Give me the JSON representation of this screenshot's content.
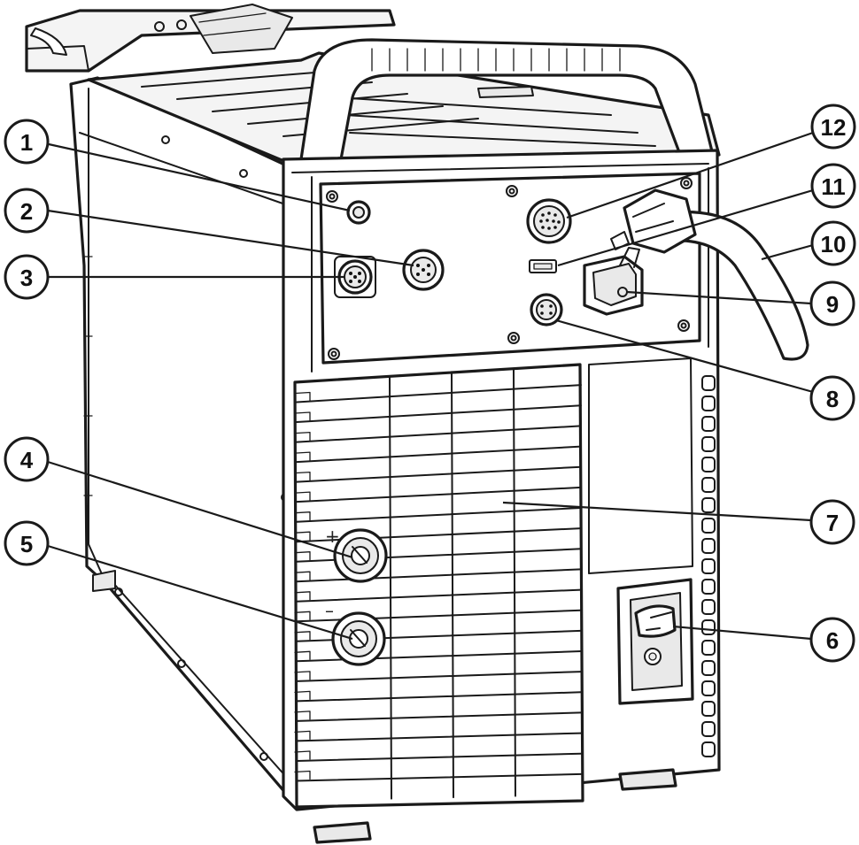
{
  "diagram": {
    "callouts": [
      {
        "id": "1",
        "label": "1"
      },
      {
        "id": "2",
        "label": "2"
      },
      {
        "id": "3",
        "label": "3"
      },
      {
        "id": "4",
        "label": "4"
      },
      {
        "id": "5",
        "label": "5"
      },
      {
        "id": "6",
        "label": "6"
      },
      {
        "id": "7",
        "label": "7"
      },
      {
        "id": "8",
        "label": "8"
      },
      {
        "id": "9",
        "label": "9"
      },
      {
        "id": "10",
        "label": "10"
      },
      {
        "id": "11",
        "label": "11"
      },
      {
        "id": "12",
        "label": "12"
      }
    ],
    "polarity": {
      "plus": "+",
      "minus": "–"
    }
  }
}
